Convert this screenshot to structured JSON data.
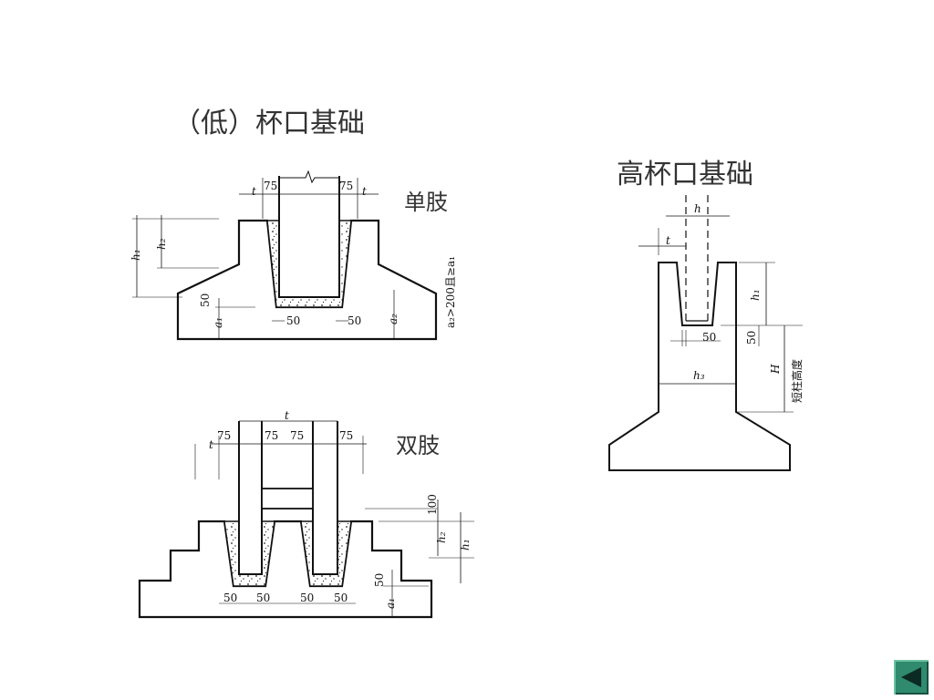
{
  "titles": {
    "low_cup": "（低）杯口基础",
    "high_cup": "高杯口基础"
  },
  "labels": {
    "single": "单肢",
    "double": "双肢"
  },
  "single_dims": {
    "d75_left": "75",
    "d75_right": "75",
    "t_left": "t",
    "t_right": "t",
    "h1": "h₁",
    "h2": "h₂",
    "d50_left": "50",
    "a1": "a₁",
    "d50_bottom_left": "50",
    "d50_bottom_right": "50",
    "a2": "a₂",
    "note": "a₂>200且≥a₁"
  },
  "double_dims": {
    "t_top": "t",
    "t_left": "t",
    "d75_1": "75",
    "d75_2": "75",
    "d75_3": "75",
    "d75_4": "75",
    "d100": "100",
    "h2": "h₂",
    "h1": "h₁",
    "d50_side": "50",
    "a1": "a₁",
    "d50_1": "50",
    "d50_2": "50",
    "d50_3": "50",
    "d50_4": "50"
  },
  "high_dims": {
    "h": "h",
    "t": "t",
    "h1": "h₁",
    "d50_base": "50",
    "d50_side": "50",
    "h3": "h₃",
    "H": "H",
    "short_col": "短柱高度"
  },
  "nav": {
    "back_icon": "back-arrow-icon",
    "color": "#2f8a6e"
  }
}
